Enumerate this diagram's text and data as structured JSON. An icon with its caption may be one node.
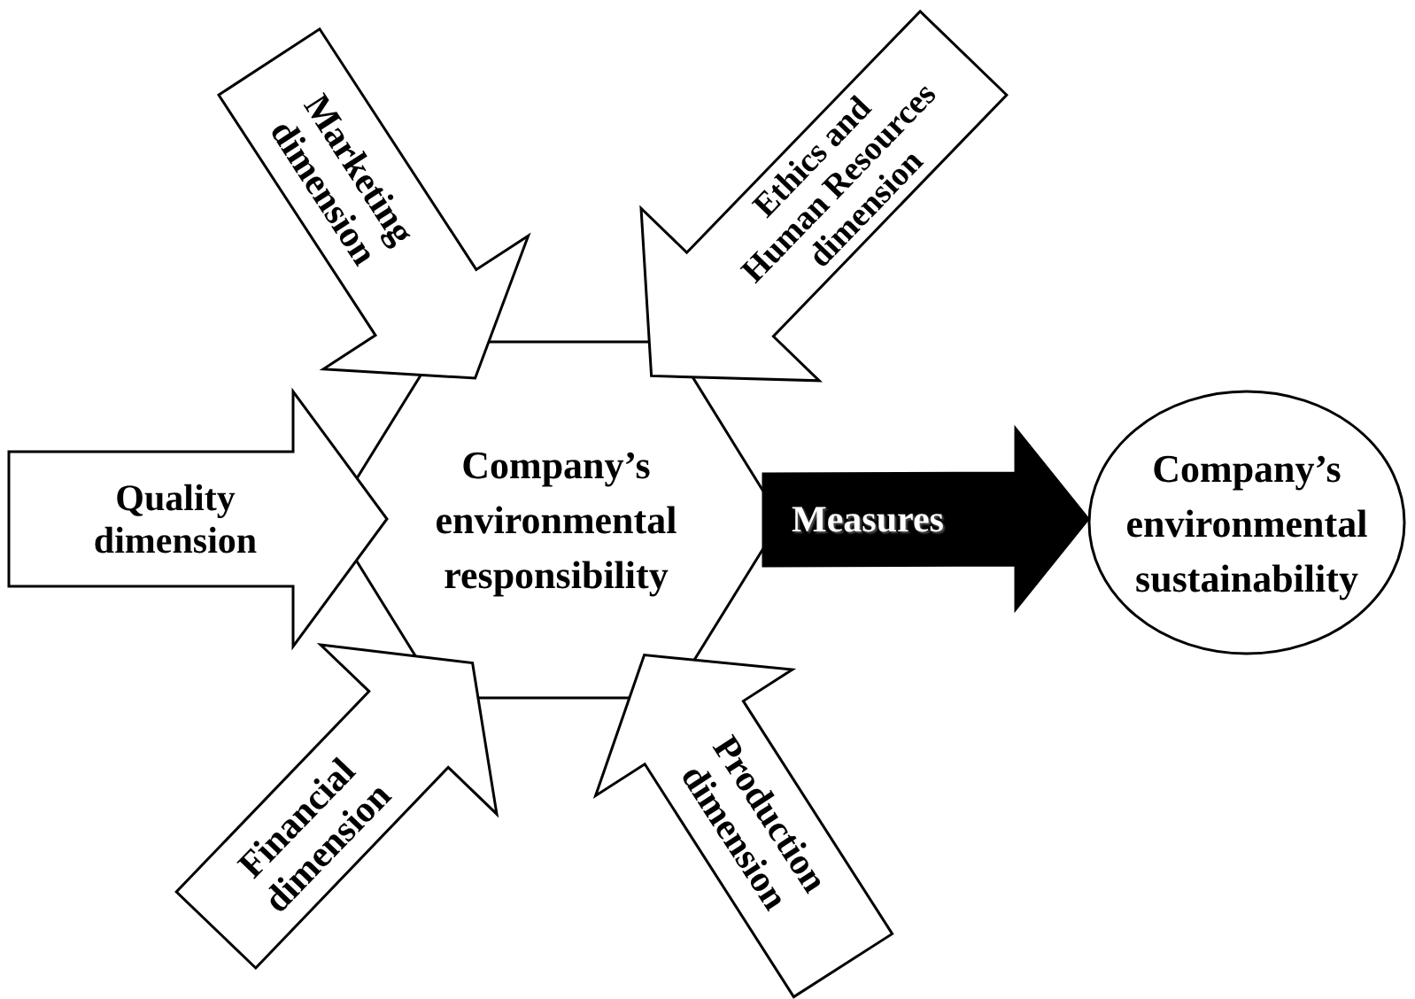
{
  "diagram": {
    "nodes": [
      {
        "text": [
          "Company’s environmental responsibility"
        ]
      },
      {
        "text": [
          "Company’s environmental sustainability"
        ]
      }
    ],
    "edges": [
      {
        "from": null,
        "to": 0,
        "arrow": "to",
        "label": "Marketing dimension",
        "style": "thick"
      },
      {
        "from": null,
        "to": 0,
        "arrow": "to",
        "label": "Ethics and Human Resources dimension",
        "style": "thick"
      },
      {
        "from": null,
        "to": 0,
        "arrow": "to",
        "label": "Quality dimension",
        "style": "thick"
      },
      {
        "from": 0,
        "to": 1,
        "arrow": "to",
        "label": "Measures",
        "style": "thick",
        "color": "#000000"
      },
      {
        "from": null,
        "to": 0,
        "arrow": "to",
        "label": "Financial dimension",
        "style": "thick"
      },
      {
        "from": null,
        "to": 0,
        "arrow": "to",
        "label": "Production dimension",
        "style": "thick"
      }
    ]
  }
}
